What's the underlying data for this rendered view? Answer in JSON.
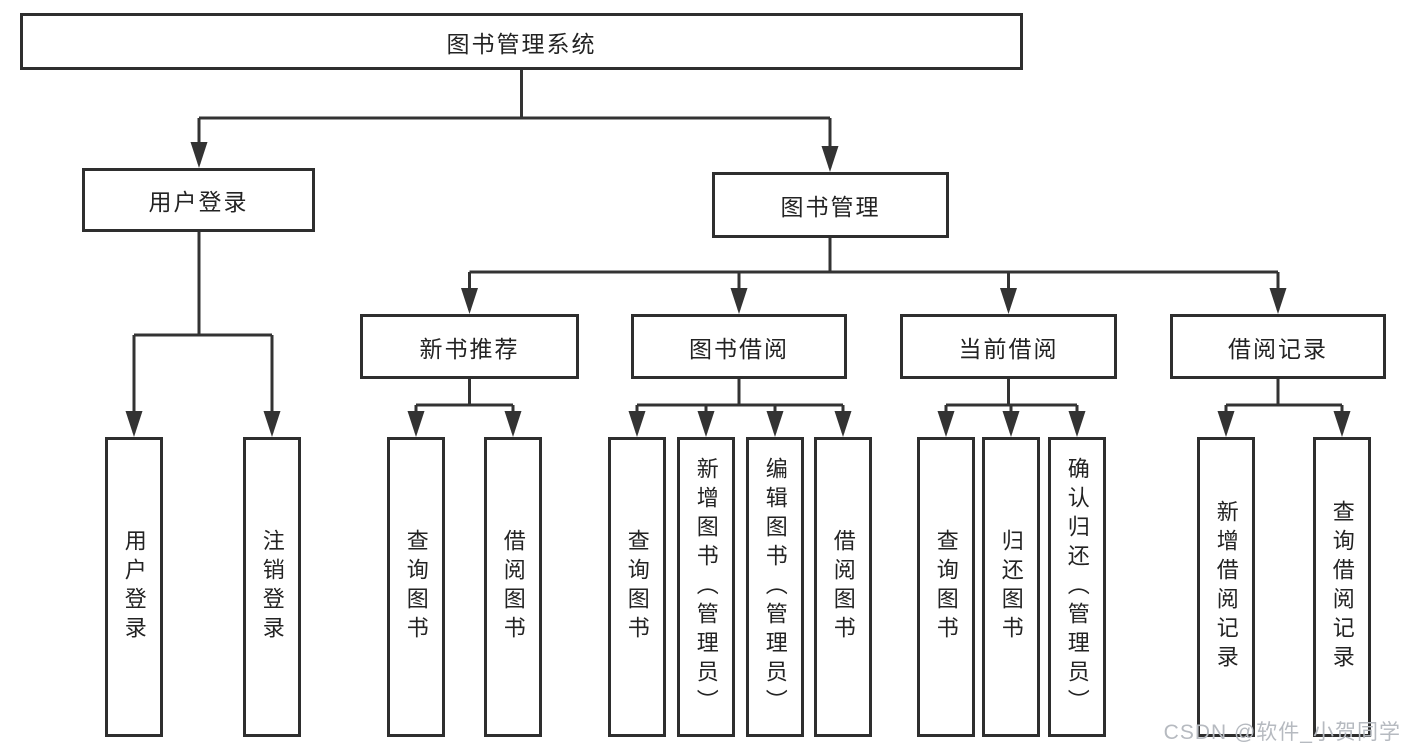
{
  "nodes": {
    "root": {
      "label": "图书管理系统"
    },
    "user_login": {
      "label": "用户登录"
    },
    "book_mgmt": {
      "label": "图书管理"
    },
    "new_books": {
      "label": "新书推荐"
    },
    "book_borrow": {
      "label": "图书借阅"
    },
    "current_borrow": {
      "label": "当前借阅"
    },
    "borrow_records": {
      "label": "借阅记录"
    },
    "leaf_user_login": {
      "label": "用户登录"
    },
    "leaf_logout": {
      "label": "注销登录"
    },
    "leaf_nb_query": {
      "label": "查询图书"
    },
    "leaf_nb_borrow": {
      "label": "借阅图书"
    },
    "leaf_bb_query": {
      "label": "查询图书"
    },
    "leaf_bb_add": {
      "label": "新增图书（管理员）"
    },
    "leaf_bb_edit": {
      "label": "编辑图书（管理员）"
    },
    "leaf_bb_borrow": {
      "label": "借阅图书"
    },
    "leaf_cb_query": {
      "label": "查询图书"
    },
    "leaf_cb_return": {
      "label": "归还图书"
    },
    "leaf_cb_confirm": {
      "label": "确认归还（管理员）"
    },
    "leaf_br_add": {
      "label": "新增借阅记录"
    },
    "leaf_br_query": {
      "label": "查询借阅记录"
    }
  },
  "watermark": "CSDN @软件_小贺同学",
  "colors": {
    "line": "#333333",
    "box_border": "#2e2e2e",
    "box_fill": "#ffffff",
    "text": "#232323",
    "watermark": "#b6bac0"
  }
}
